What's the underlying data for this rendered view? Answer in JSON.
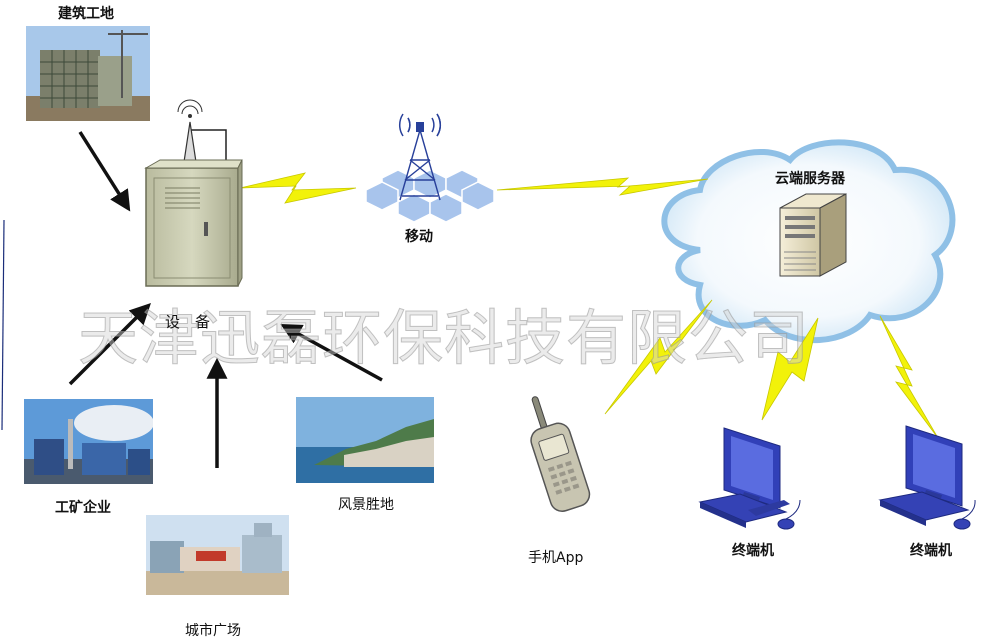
{
  "labels": {
    "construction": "建筑工地",
    "device": "设　备",
    "mobile": "移动",
    "cloud_server": "云端服务器",
    "mining": "工矿企业",
    "scenic": "风景胜地",
    "city_square": "城市广场",
    "phone_app": "手机App",
    "terminal_1": "终端机",
    "terminal_2": "终端机"
  },
  "watermark": "天津迅磊环保科技有限公司",
  "colors": {
    "lightning": "#f2f20a",
    "arrow": "#111111",
    "cabinet": "#c9cbb0",
    "tower_hex": "#a8c4ec",
    "cloud_edge": "#8fc0e6",
    "monitor": "#2f3fbf"
  }
}
